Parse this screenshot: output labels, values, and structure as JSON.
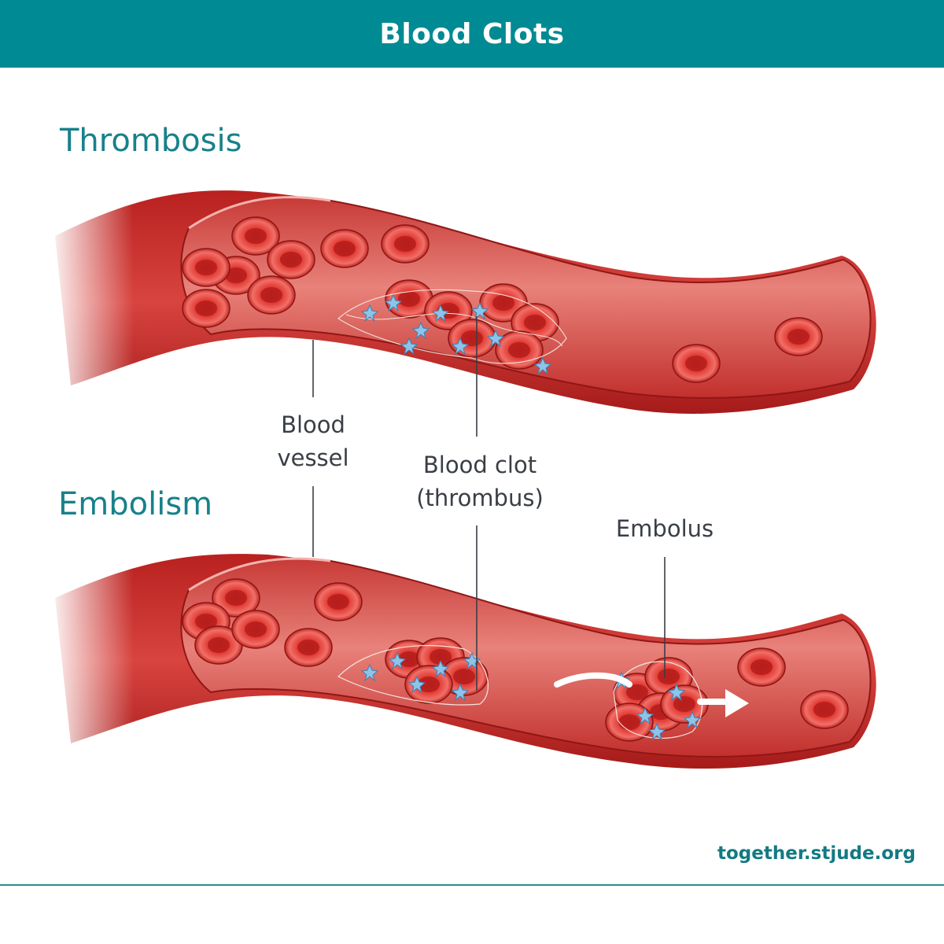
{
  "header": {
    "title": "Blood Clots"
  },
  "sections": [
    {
      "title": "Thrombosis"
    },
    {
      "title": "Embolism"
    }
  ],
  "labels": {
    "blood_vessel_line1": "Blood",
    "blood_vessel_line2": "vessel",
    "blood_clot_line1": "Blood clot",
    "blood_clot_line2": "(thrombus)",
    "embolus": "Embolus"
  },
  "footer": {
    "url": "together.stjude.org"
  },
  "colors": {
    "brand_teal": "#008a93",
    "vessel_red": "#c9302f",
    "vessel_inner": "#d9534e",
    "rbc_red": "#e03a33",
    "platelet_blue": "#7fb8e0"
  }
}
